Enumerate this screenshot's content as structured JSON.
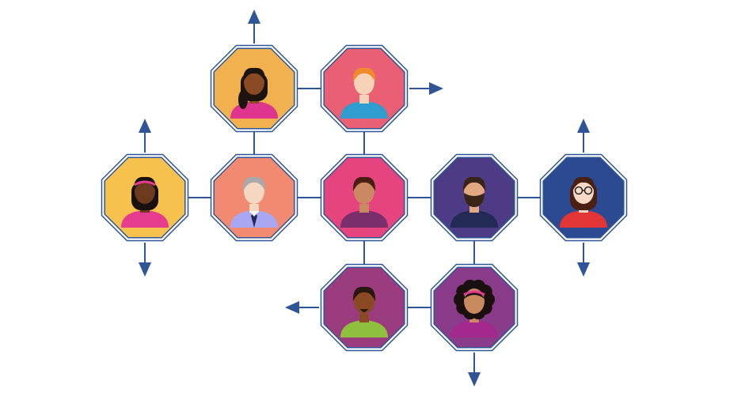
{
  "diagram": {
    "type": "people-network",
    "colors": {
      "connector": "#2f5597",
      "octagon_border": "#2f5597",
      "octagon_gap": "#ffffff"
    },
    "nodes": [
      {
        "id": "n1",
        "icon": "woman-ponytail-avatar",
        "bg": "#f2b14f",
        "skin": "#8a4a24",
        "hair": "#1c1410",
        "shirt": "#e0358f"
      },
      {
        "id": "n2",
        "icon": "man-ginger-avatar",
        "bg": "#ea5f73",
        "skin": "#f6d2b6",
        "hair": "#f08a2c",
        "shirt": "#2f9dd0"
      },
      {
        "id": "n3",
        "icon": "woman-headband-avatar",
        "bg": "#f7c14d",
        "skin": "#6b3a1f",
        "hair": "#1a1010",
        "shirt": "#e63b8f"
      },
      {
        "id": "n4",
        "icon": "older-man-tie-avatar",
        "bg": "#f18a70",
        "skin": "#f6d7c0",
        "hair": "#a9a9a9",
        "shirt": "#a9a7f2"
      },
      {
        "id": "n5",
        "icon": "woman-short-hair-avatar",
        "bg": "#e6447e",
        "skin": "#c98a62",
        "hair": "#4a1e14",
        "shirt": "#7a2e6c"
      },
      {
        "id": "n6",
        "icon": "bearded-man-avatar",
        "bg": "#4e3b86",
        "skin": "#e0a883",
        "hair": "#3a2418",
        "shirt": "#222a55"
      },
      {
        "id": "n7",
        "icon": "woman-glasses-avatar",
        "bg": "#2b4a92",
        "skin": "#f7d9c6",
        "hair": "#4a1f14",
        "shirt": "#e23535"
      },
      {
        "id": "n8",
        "icon": "man-goatee-avatar",
        "bg": "#9a3c7d",
        "skin": "#8a4a24",
        "hair": "#2a1710",
        "shirt": "#8fbf3f"
      },
      {
        "id": "n9",
        "icon": "woman-curly-hair-avatar",
        "bg": "#8a3b8a",
        "skin": "#c98a62",
        "hair": "#1a1010",
        "shirt": "#a4298f"
      }
    ],
    "links": [
      [
        "n1",
        "n2"
      ],
      [
        "n1",
        "n4"
      ],
      [
        "n2",
        "n5"
      ],
      [
        "n3",
        "n4"
      ],
      [
        "n4",
        "n5"
      ],
      [
        "n5",
        "n6"
      ],
      [
        "n6",
        "n7"
      ],
      [
        "n5",
        "n8"
      ],
      [
        "n6",
        "n9"
      ],
      [
        "n8",
        "n9"
      ]
    ],
    "arrows": [
      {
        "from": "n1",
        "direction": "up"
      },
      {
        "from": "n2",
        "direction": "right"
      },
      {
        "from": "n3",
        "direction": "up"
      },
      {
        "from": "n3",
        "direction": "down"
      },
      {
        "from": "n7",
        "direction": "up"
      },
      {
        "from": "n7",
        "direction": "down"
      },
      {
        "from": "n8",
        "direction": "left"
      },
      {
        "from": "n9",
        "direction": "down"
      }
    ]
  }
}
